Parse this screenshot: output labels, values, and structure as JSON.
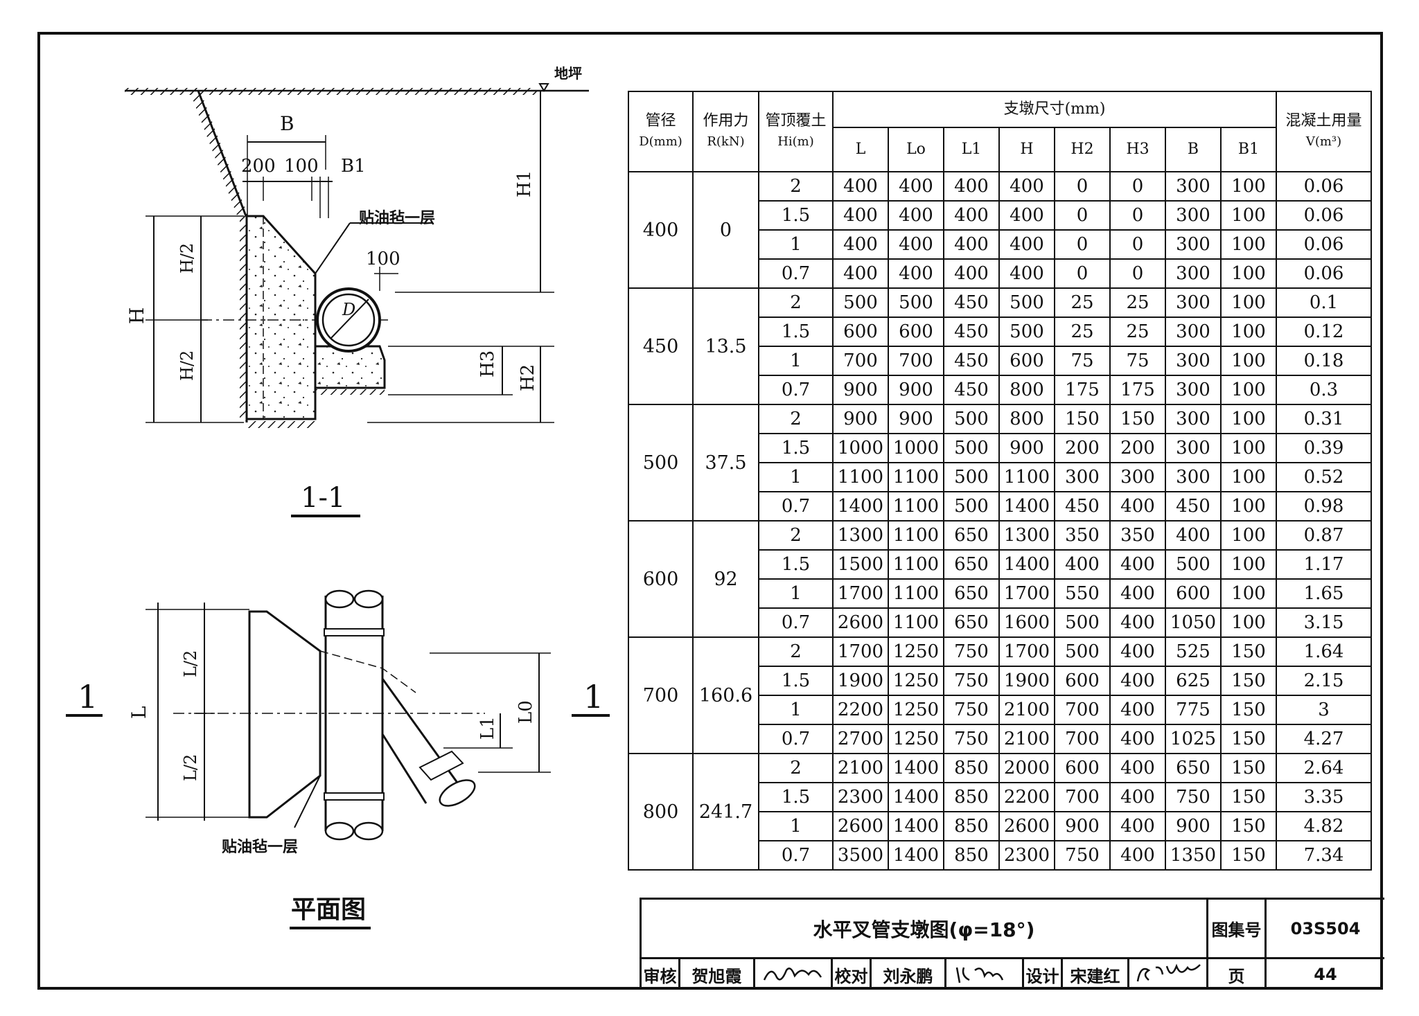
{
  "section": {
    "ground_label": "地坪",
    "dim_B": "B",
    "dim_200": "200",
    "dim_100": "100",
    "dim_B1": "B1",
    "dim_100b": "100",
    "felt_label": "贴油毡一层",
    "dim_H": "H",
    "dim_H2a": "H/2",
    "dim_H2b": "H/2",
    "dim_H1": "H1",
    "dim_H3": "H3",
    "dim_H2": "H2",
    "pipe_D": "D",
    "title": "1-1"
  },
  "plan": {
    "dim_L": "L",
    "dim_L2a": "L/2",
    "dim_L2b": "L/2",
    "dim_L1": "L1",
    "dim_L0": "L0",
    "felt_label": "贴油毡一层",
    "cut_left": "1",
    "cut_right": "1",
    "title": "平面图"
  },
  "table": {
    "headers": {
      "pipe_dia": [
        "管径",
        "D(mm)"
      ],
      "force": [
        "作用力",
        "R(kN)"
      ],
      "cover": [
        "管顶覆土",
        "Hi(m)"
      ],
      "dims_group": "支墩尺寸(mm)",
      "dims": [
        "L",
        "Lo",
        "L1",
        "H",
        "H2",
        "H3",
        "B",
        "B1"
      ],
      "concrete": [
        "混凝土用量",
        "V(m³)"
      ]
    },
    "groups": [
      {
        "D": "400",
        "R": "0",
        "rows": [
          [
            "2",
            "400",
            "400",
            "400",
            "400",
            "0",
            "0",
            "300",
            "100",
            "0.06"
          ],
          [
            "1.5",
            "400",
            "400",
            "400",
            "400",
            "0",
            "0",
            "300",
            "100",
            "0.06"
          ],
          [
            "1",
            "400",
            "400",
            "400",
            "400",
            "0",
            "0",
            "300",
            "100",
            "0.06"
          ],
          [
            "0.7",
            "400",
            "400",
            "400",
            "400",
            "0",
            "0",
            "300",
            "100",
            "0.06"
          ]
        ]
      },
      {
        "D": "450",
        "R": "13.5",
        "rows": [
          [
            "2",
            "500",
            "500",
            "450",
            "500",
            "25",
            "25",
            "300",
            "100",
            "0.1"
          ],
          [
            "1.5",
            "600",
            "600",
            "450",
            "500",
            "25",
            "25",
            "300",
            "100",
            "0.12"
          ],
          [
            "1",
            "700",
            "700",
            "450",
            "600",
            "75",
            "75",
            "300",
            "100",
            "0.18"
          ],
          [
            "0.7",
            "900",
            "900",
            "450",
            "800",
            "175",
            "175",
            "300",
            "100",
            "0.3"
          ]
        ]
      },
      {
        "D": "500",
        "R": "37.5",
        "rows": [
          [
            "2",
            "900",
            "900",
            "500",
            "800",
            "150",
            "150",
            "300",
            "100",
            "0.31"
          ],
          [
            "1.5",
            "1000",
            "1000",
            "500",
            "900",
            "200",
            "200",
            "300",
            "100",
            "0.39"
          ],
          [
            "1",
            "1100",
            "1100",
            "500",
            "1100",
            "300",
            "300",
            "300",
            "100",
            "0.52"
          ],
          [
            "0.7",
            "1400",
            "1100",
            "500",
            "1400",
            "450",
            "400",
            "450",
            "100",
            "0.98"
          ]
        ]
      },
      {
        "D": "600",
        "R": "92",
        "rows": [
          [
            "2",
            "1300",
            "1100",
            "650",
            "1300",
            "350",
            "350",
            "400",
            "100",
            "0.87"
          ],
          [
            "1.5",
            "1500",
            "1100",
            "650",
            "1400",
            "400",
            "400",
            "500",
            "100",
            "1.17"
          ],
          [
            "1",
            "1700",
            "1100",
            "650",
            "1700",
            "550",
            "400",
            "600",
            "100",
            "1.65"
          ],
          [
            "0.7",
            "2600",
            "1100",
            "650",
            "1600",
            "500",
            "400",
            "1050",
            "100",
            "3.15"
          ]
        ]
      },
      {
        "D": "700",
        "R": "160.6",
        "rows": [
          [
            "2",
            "1700",
            "1250",
            "750",
            "1700",
            "500",
            "400",
            "525",
            "150",
            "1.64"
          ],
          [
            "1.5",
            "1900",
            "1250",
            "750",
            "1900",
            "600",
            "400",
            "625",
            "150",
            "2.15"
          ],
          [
            "1",
            "2200",
            "1250",
            "750",
            "2100",
            "700",
            "400",
            "775",
            "150",
            "3"
          ],
          [
            "0.7",
            "2700",
            "1250",
            "750",
            "2100",
            "700",
            "400",
            "1025",
            "150",
            "4.27"
          ]
        ]
      },
      {
        "D": "800",
        "R": "241.7",
        "rows": [
          [
            "2",
            "2100",
            "1400",
            "850",
            "2000",
            "600",
            "400",
            "650",
            "150",
            "2.64"
          ],
          [
            "1.5",
            "2300",
            "1400",
            "850",
            "2200",
            "700",
            "400",
            "750",
            "150",
            "3.35"
          ],
          [
            "1",
            "2600",
            "1400",
            "850",
            "2600",
            "900",
            "400",
            "900",
            "150",
            "4.82"
          ],
          [
            "0.7",
            "3500",
            "1400",
            "850",
            "2300",
            "750",
            "400",
            "1350",
            "150",
            "7.34"
          ]
        ]
      }
    ]
  },
  "title_block": {
    "title": "水平叉管支墩图(φ=18°)",
    "atlas_label": "图集号",
    "atlas_no": "03S504",
    "review_label": "审核",
    "reviewer": "贺旭霞",
    "check_label": "校对",
    "checker": "刘永鹏",
    "design_label": "设计",
    "designer": "宋建红",
    "page_label": "页",
    "page_no": "44"
  }
}
